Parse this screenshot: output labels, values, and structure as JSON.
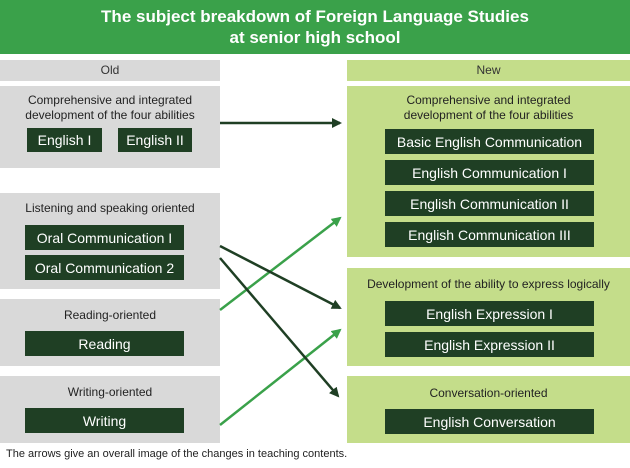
{
  "title": {
    "line1": "The subject breakdown of Foreign Language Studies",
    "line2": "at senior high school"
  },
  "columns": {
    "old": "Old",
    "new": "New"
  },
  "old_groups": [
    {
      "label": "Comprehensive and integrated development of the four abilities",
      "subjects": [
        "English I",
        "English II"
      ]
    },
    {
      "label": "Listening and speaking oriented",
      "subjects": [
        "Oral Communication I",
        "Oral Communication 2"
      ]
    },
    {
      "label": "Reading-oriented",
      "subjects": [
        "Reading"
      ]
    },
    {
      "label": "Writing-oriented",
      "subjects": [
        "Writing"
      ]
    }
  ],
  "new_groups": [
    {
      "label": "Comprehensive and integrated development of the four abilities",
      "subjects": [
        "Basic English Communication",
        "English Communication I",
        "English Communication II",
        "English Communication III"
      ]
    },
    {
      "label": "Development of the ability to express logically",
      "subjects": [
        "English Expression I",
        "English Expression II"
      ]
    },
    {
      "label": "Conversation-oriented",
      "subjects": [
        "English Conversation"
      ]
    }
  ],
  "arrows": [
    {
      "from": "Comprehensive and integrated development of the four abilities (Old)",
      "to": "Comprehensive and integrated development of the four abilities (New)",
      "color": "#1f3f24"
    },
    {
      "from": "Reading-oriented",
      "to": "Comprehensive and integrated development of the four abilities (New)",
      "color": "#3aa14a"
    },
    {
      "from": "Writing-oriented",
      "to": "Development of the ability to express logically",
      "color": "#3aa14a"
    },
    {
      "from": "Listening and speaking oriented",
      "to": "Development of the ability to express logically",
      "color": "#1f3f24"
    },
    {
      "from": "Listening and speaking oriented",
      "to": "Conversation-oriented",
      "color": "#1f3f24"
    }
  ],
  "colors": {
    "title_bg": "#3aa14a",
    "old_bg": "#d9d9d9",
    "new_bg": "#c4dd8a",
    "subject_bg": "#1f3f24",
    "arrow_dark": "#1f3f24",
    "arrow_green": "#3aa14a"
  },
  "footnote": "The arrows give an overall image of the changes in teaching contents."
}
